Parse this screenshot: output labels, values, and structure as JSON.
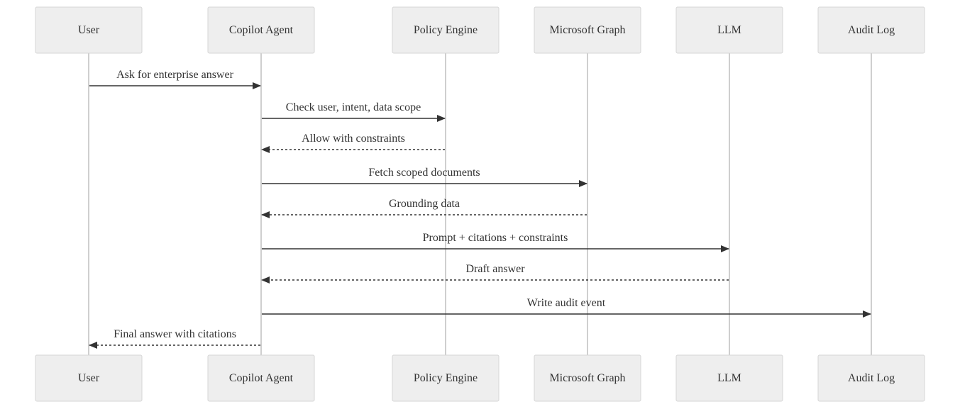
{
  "participants": [
    {
      "id": "user",
      "label": "User"
    },
    {
      "id": "copilot",
      "label": "Copilot Agent"
    },
    {
      "id": "policy",
      "label": "Policy Engine"
    },
    {
      "id": "graph",
      "label": "Microsoft Graph"
    },
    {
      "id": "llm",
      "label": "LLM"
    },
    {
      "id": "audit",
      "label": "Audit Log"
    }
  ],
  "messages": [
    {
      "from": "user",
      "to": "copilot",
      "label": "Ask for enterprise answer",
      "style": "solid"
    },
    {
      "from": "copilot",
      "to": "policy",
      "label": "Check user, intent, data scope",
      "style": "solid"
    },
    {
      "from": "policy",
      "to": "copilot",
      "label": "Allow with constraints",
      "style": "dashed"
    },
    {
      "from": "copilot",
      "to": "graph",
      "label": "Fetch scoped documents",
      "style": "solid"
    },
    {
      "from": "graph",
      "to": "copilot",
      "label": "Grounding data",
      "style": "dashed"
    },
    {
      "from": "copilot",
      "to": "llm",
      "label": "Prompt + citations + constraints",
      "style": "solid"
    },
    {
      "from": "llm",
      "to": "copilot",
      "label": "Draft answer",
      "style": "dashed"
    },
    {
      "from": "copilot",
      "to": "audit",
      "label": "Write audit event",
      "style": "solid"
    },
    {
      "from": "copilot",
      "to": "user",
      "label": "Final answer with citations",
      "style": "dashed"
    }
  ]
}
